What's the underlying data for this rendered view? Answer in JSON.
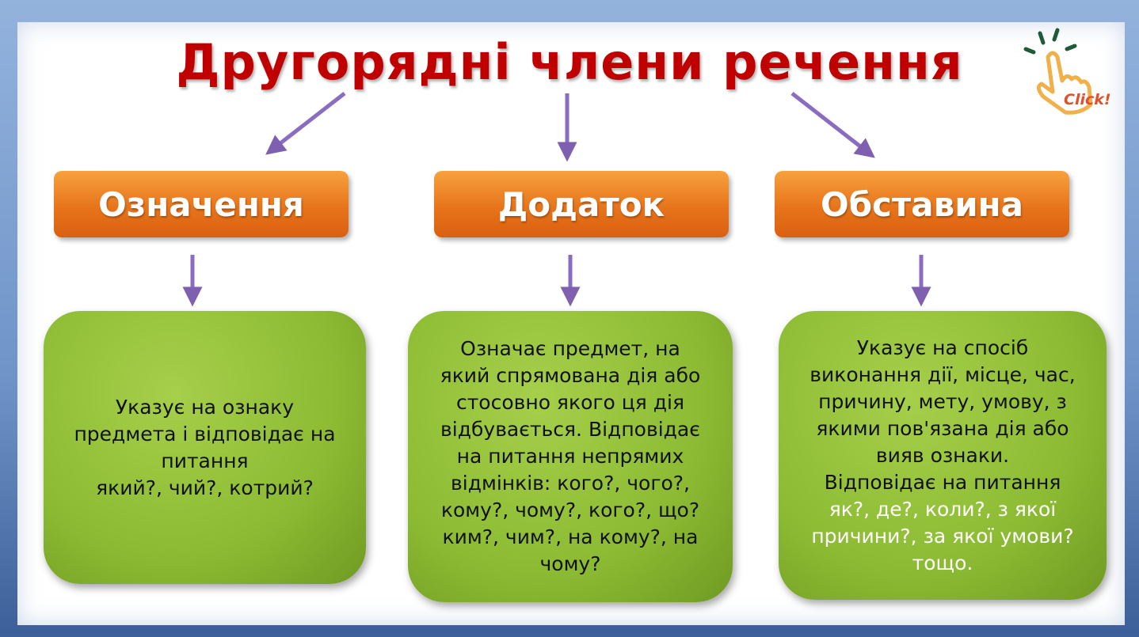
{
  "title": "Другорядні члени речення",
  "click_label": "Click!",
  "categories": [
    {
      "label": "Означення",
      "lines": [
        "Указує на ознаку",
        "предмета і відповідає на",
        "питання"
      ],
      "questions": [
        "який?, чий?, котрий?"
      ]
    },
    {
      "label": "Додаток",
      "lines": [
        "Означає предмет, на",
        "який спрямована дія або",
        "стосовно якого ця дія",
        "відбувається.  Відповідає",
        "на питання непрямих",
        "відмінків: кого?, чого?,",
        "кому?, чому?, кого?, що?",
        "ким?, чим?, на кому?, на",
        "чому?"
      ],
      "questions": []
    },
    {
      "label": "Обставина",
      "lines": [
        "Указує на спосіб",
        "виконання дії, місце, час,",
        "причину, мету, умову, з",
        "якими пов'язана дія або",
        "вияв ознаки.",
        "Відповідає на питання"
      ],
      "questions": [
        "як?, де?, коли?, з якої",
        "причини?, за якої умови?",
        "тощо."
      ]
    }
  ]
}
